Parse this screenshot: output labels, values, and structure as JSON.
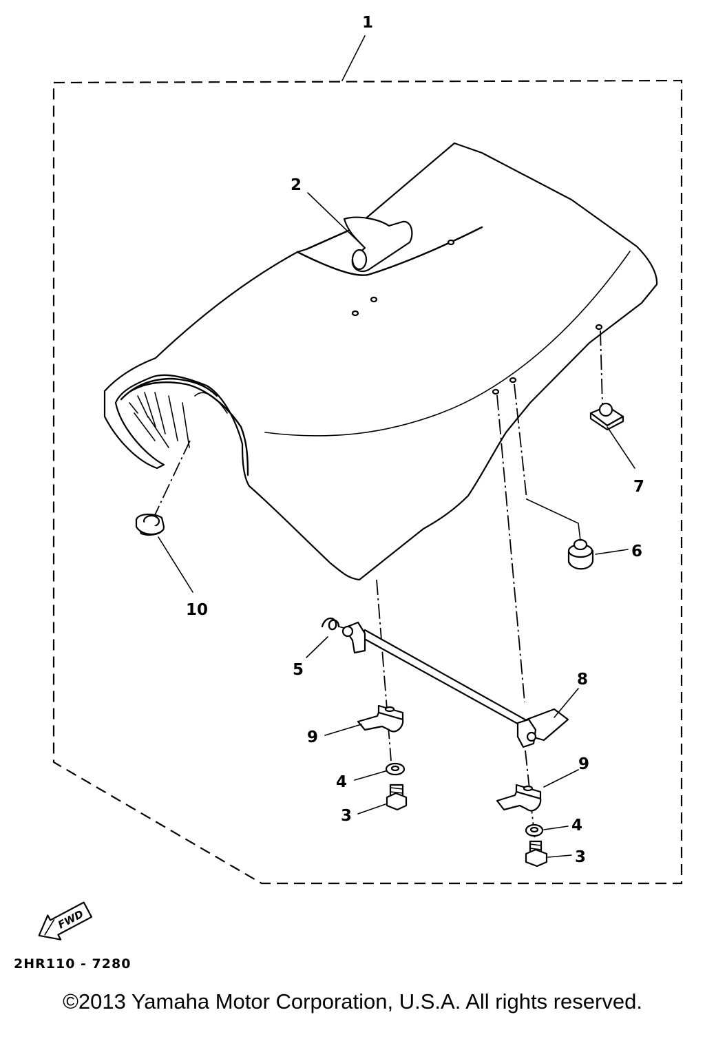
{
  "diagram": {
    "callouts": {
      "c1": "1",
      "c2": "2",
      "c3a": "3",
      "c3b": "3",
      "c4a": "4",
      "c4b": "4",
      "c5": "5",
      "c6": "6",
      "c7": "7",
      "c8": "8",
      "c9a": "9",
      "c9b": "9",
      "c10": "10"
    },
    "fwd_label": "FWD",
    "part_number": "2HR110 - 7280"
  },
  "footer": {
    "copyright": "©2013 Yamaha Motor Corporation, U.S.A. All rights reserved."
  }
}
